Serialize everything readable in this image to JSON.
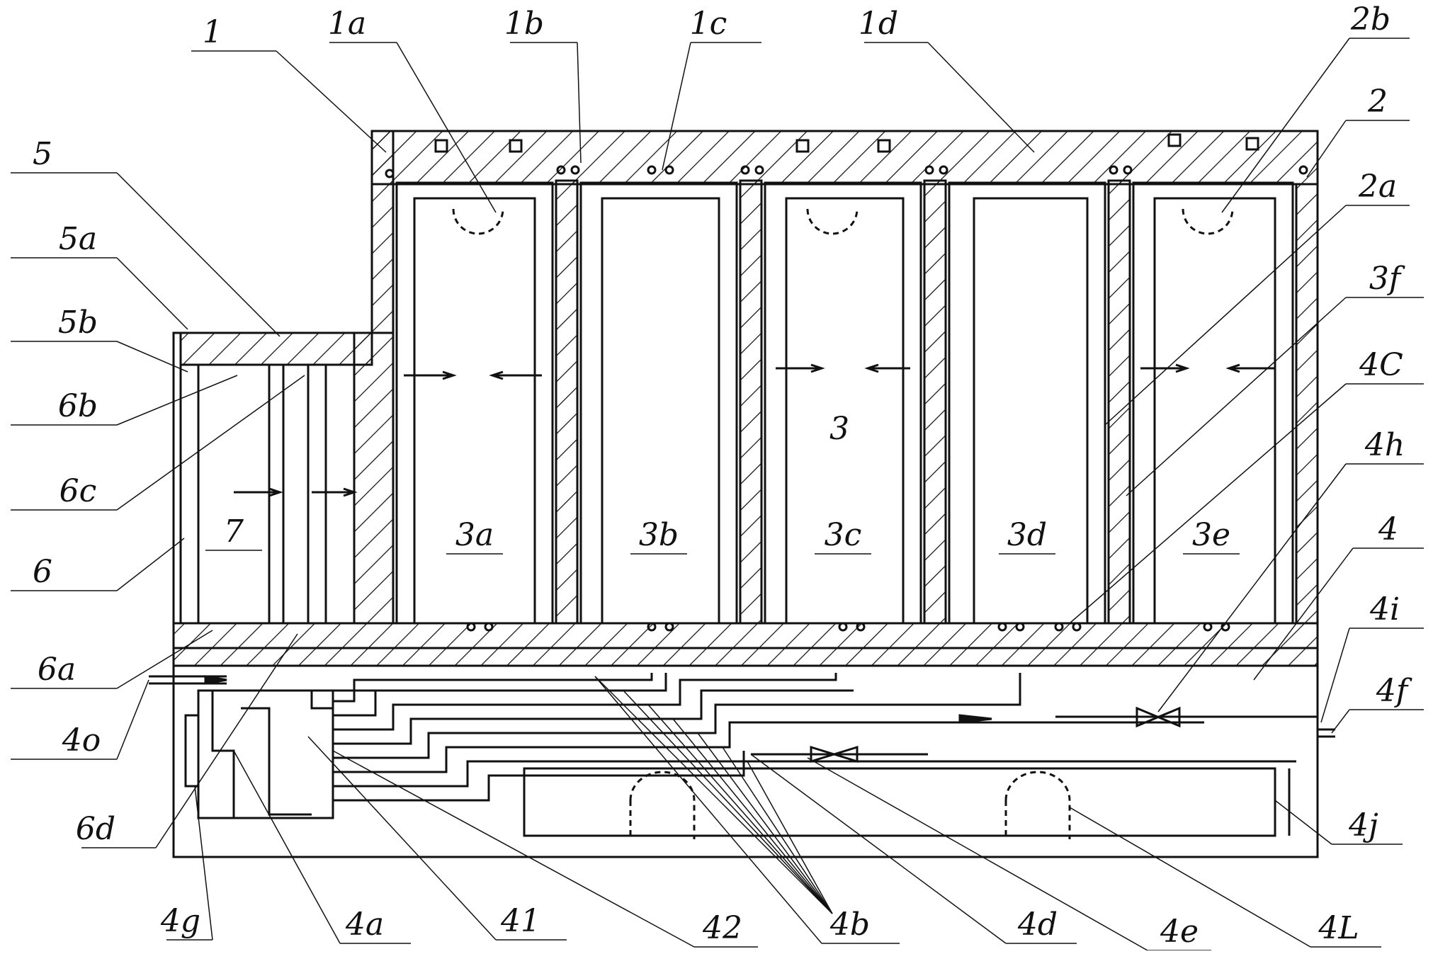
{
  "colors": {
    "ink": "#111111",
    "paper": "#ffffff"
  },
  "labels": {
    "1": "1",
    "1a": "1a",
    "1b": "1b",
    "1c": "1c",
    "1d": "1d",
    "2b": "2b",
    "2": "2",
    "2a": "2a",
    "3f": "3f",
    "4c": "4C",
    "4h": "4h",
    "4": "4",
    "4i": "4i",
    "4f": "4f",
    "4j": "4j",
    "5": "5",
    "5a": "5a",
    "5b": "5b",
    "6b": "6b",
    "6c": "6c",
    "6": "6",
    "6a": "6a",
    "4o": "4o",
    "6d": "6d",
    "4g": "4g",
    "4a": "4a",
    "41": "41",
    "42": "42",
    "4b": "4b",
    "4d": "4d",
    "4e": "4e",
    "4l": "4L",
    "3": "3",
    "3a": "3a",
    "3b": "3b",
    "3c": "3c",
    "3d": "3d",
    "3e": "3e",
    "7": "7"
  }
}
